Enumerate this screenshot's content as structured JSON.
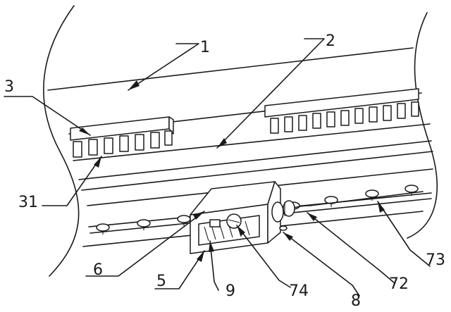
{
  "labels": {
    "l1": "1",
    "l2": "2",
    "l3": "3",
    "l31": "31",
    "l5": "5",
    "l6": "6",
    "l72": "72",
    "l73": "73",
    "l74": "74",
    "l8": "8",
    "l9": "9"
  }
}
